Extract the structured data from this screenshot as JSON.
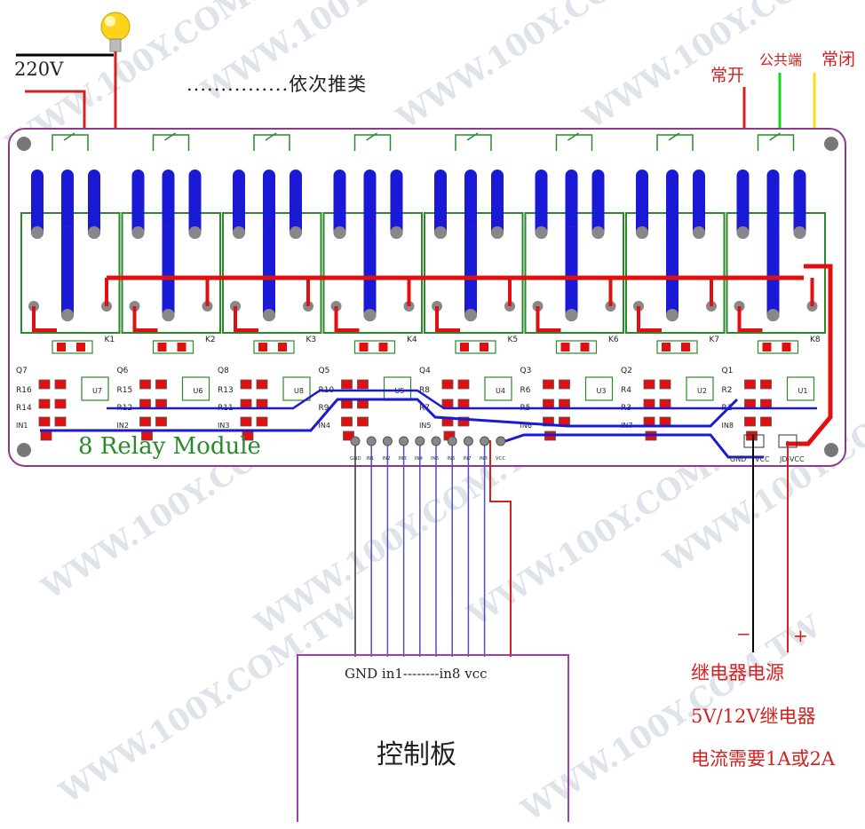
{
  "watermark": "WWW.100Y.COM.TW",
  "labels": {
    "voltage": "220V",
    "sequence": "...............依次推类",
    "normally_open": "常开",
    "common": "公共端",
    "normally_closed": "常闭",
    "board_title": "8 Relay Module",
    "control_board": "控制板",
    "ctrl_pins": "GND in1--------in8 vcc",
    "minus": "−",
    "plus": "+",
    "power_title": "继电器电源",
    "power_relay": "5V/12V继电器",
    "power_current": "电流需要1A或2A"
  },
  "relays": [
    "K1",
    "K2",
    "K3",
    "K4",
    "K5",
    "K6",
    "K7",
    "K8"
  ],
  "transistors": [
    "Q7",
    "Q6",
    "Q8",
    "Q5",
    "Q4",
    "Q3",
    "Q2",
    "Q1"
  ],
  "optos": [
    "U7",
    "U6",
    "U8",
    "U5",
    "U4",
    "U3",
    "U2",
    "U1"
  ],
  "resistors_top": [
    "R16",
    "R15",
    "R13",
    "R10",
    "R8",
    "R6",
    "R4",
    "R2"
  ],
  "resistors_bottom": [
    "R14",
    "R12",
    "R11",
    "R9",
    "R7",
    "R5",
    "R3",
    "R1"
  ],
  "inputs": [
    "IN1",
    "IN2",
    "IN3",
    "IN4",
    "IN5",
    "IN6",
    "IN7",
    "IN8"
  ],
  "header_pins": [
    "GND",
    "IN1",
    "IN2",
    "IN3",
    "IN4",
    "IN5",
    "IN6",
    "IN7",
    "IN8",
    "VCC"
  ],
  "power_header": [
    "GND",
    "VCC",
    "JD-VCC"
  ],
  "colors": {
    "pcb_outline": "#8b3a8b",
    "relay_outline": "#2a8a2a",
    "trace_blue": "#1a1ad6",
    "trace_red": "#e01010",
    "mount_hole": "#777777",
    "wire_red": "#d42020",
    "wire_green": "#19d419",
    "wire_yellow": "#f0e010",
    "control_box": "#a040b0",
    "wire_purple": "#5050c0"
  }
}
